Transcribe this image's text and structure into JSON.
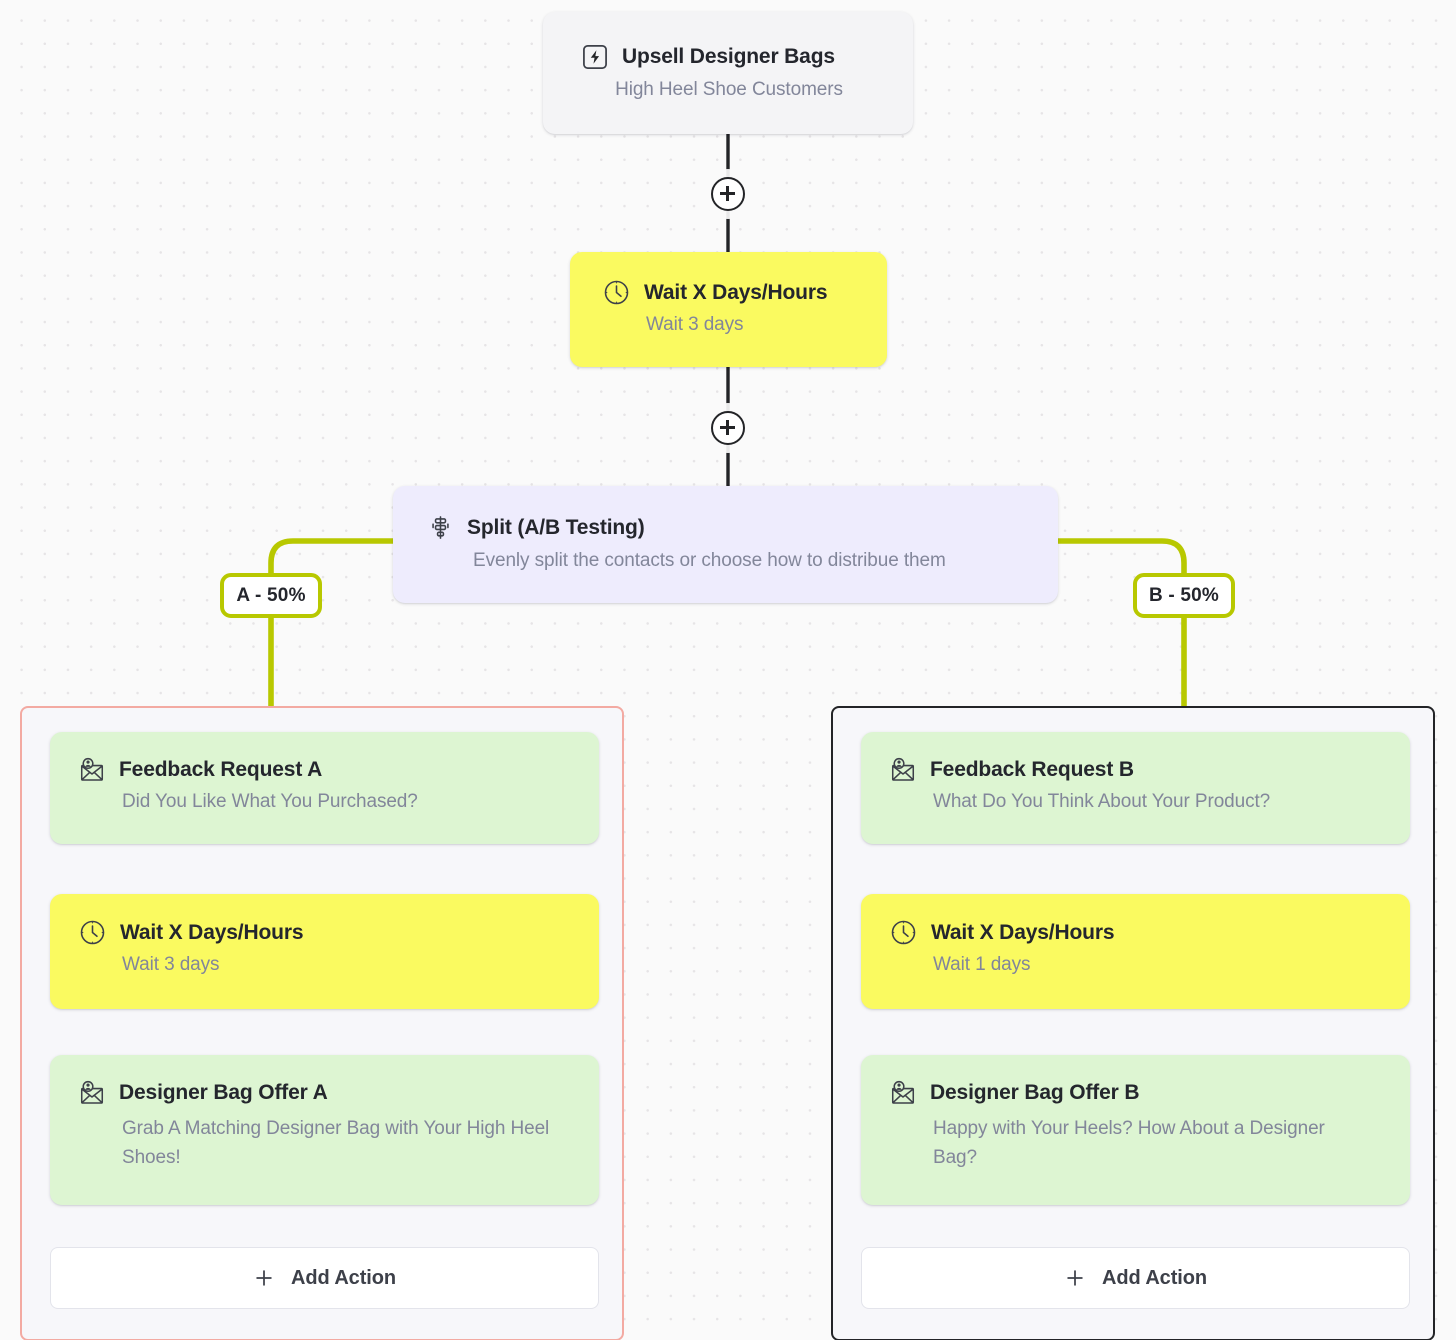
{
  "canvas": {
    "background_color": "#fafafa",
    "dot_color": "#e6e4e6"
  },
  "colors": {
    "trigger_bg": "#f4f4f6",
    "wait_bg": "#fafa60",
    "split_bg": "#eeecfd",
    "email_bg": "#ddf5d2",
    "branch_wire": "#b8c800",
    "trunk_wire": "#232427",
    "branch_a_border": "#f3aaa2",
    "branch_b_border": "#232427",
    "title_text": "#24262d",
    "sub_text": "#82869a"
  },
  "trigger": {
    "icon": "lightning-bolt-icon",
    "title": "Upsell Designer Bags",
    "subtitle": "High Heel Shoe Customers"
  },
  "wait_top": {
    "icon": "clock-icon",
    "title": "Wait X Days/Hours",
    "subtitle": "Wait 3 days"
  },
  "split": {
    "icon": "split-branch-icon",
    "title": "Split (A/B Testing)",
    "subtitle": "Evenly split the contacts or choose how to distribue them"
  },
  "branches": [
    {
      "id": "a",
      "badge": "A - 50%",
      "border_color": "#f3aaa2",
      "steps": [
        {
          "type": "email",
          "icon": "email-open-person-icon",
          "title": "Feedback Request A",
          "subtitle": "Did You Like What You Purchased?"
        },
        {
          "type": "wait",
          "icon": "clock-icon",
          "title": "Wait X Days/Hours",
          "subtitle": "Wait 3 days"
        },
        {
          "type": "email",
          "icon": "email-open-person-icon",
          "title": "Designer Bag Offer A",
          "subtitle": "Grab A Matching Designer Bag with Your High Heel Shoes!"
        }
      ],
      "add_action_label": "Add Action"
    },
    {
      "id": "b",
      "badge": "B - 50%",
      "border_color": "#232427",
      "steps": [
        {
          "type": "email",
          "icon": "email-open-person-icon",
          "title": "Feedback Request B",
          "subtitle": "What Do You Think About Your Product?"
        },
        {
          "type": "wait",
          "icon": "clock-icon",
          "title": "Wait X Days/Hours",
          "subtitle": "Wait 1 days"
        },
        {
          "type": "email",
          "icon": "email-open-person-icon",
          "title": "Designer Bag Offer B",
          "subtitle": "Happy with Your Heels? How About a Designer Bag?"
        }
      ],
      "add_action_label": "Add Action"
    }
  ],
  "connectors": {
    "add_step_icon": "plus-circle-icon",
    "add_action_icon": "plus-icon"
  }
}
